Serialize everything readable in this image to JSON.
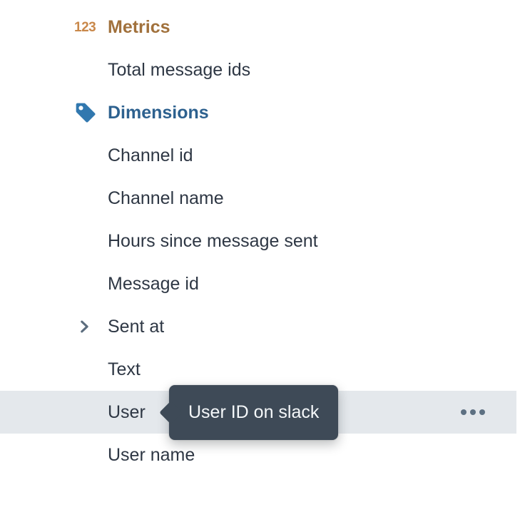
{
  "panel": {
    "metrics_icon_text": "123",
    "rows": [
      {
        "kind": "section-header",
        "section": "metrics",
        "label": "Metrics",
        "icon": "numeric-123-icon"
      },
      {
        "kind": "field",
        "section": "metrics",
        "label": "Total message ids"
      },
      {
        "kind": "section-header",
        "section": "dimensions",
        "label": "Dimensions",
        "icon": "tag-icon"
      },
      {
        "kind": "field",
        "section": "dimensions",
        "label": "Channel id"
      },
      {
        "kind": "field",
        "section": "dimensions",
        "label": "Channel name"
      },
      {
        "kind": "field",
        "section": "dimensions",
        "label": "Hours since message sent"
      },
      {
        "kind": "field",
        "section": "dimensions",
        "label": "Message id"
      },
      {
        "kind": "field",
        "section": "dimensions",
        "label": "Sent at",
        "expandable": true,
        "icon": "chevron-right-icon"
      },
      {
        "kind": "field",
        "section": "dimensions",
        "label": "Text"
      },
      {
        "kind": "field",
        "section": "dimensions",
        "label": "User",
        "highlighted": true,
        "has_menu": true
      },
      {
        "kind": "field",
        "section": "dimensions",
        "label": "User name"
      }
    ]
  },
  "tooltip": {
    "text": "User ID on slack"
  },
  "colors": {
    "metrics_header_text": "#a1713c",
    "metrics_icon": "#c9884a",
    "dimensions_header_text": "#2d618f",
    "tag_icon_fill": "#3178af",
    "item_text": "#2e3744",
    "highlight_row_bg": "#e4e8ec",
    "tooltip_bg": "#3e4a57",
    "tooltip_text": "#f5f8fa",
    "muted_icon": "#5c6d7e",
    "more_dots": "#5d7082"
  }
}
